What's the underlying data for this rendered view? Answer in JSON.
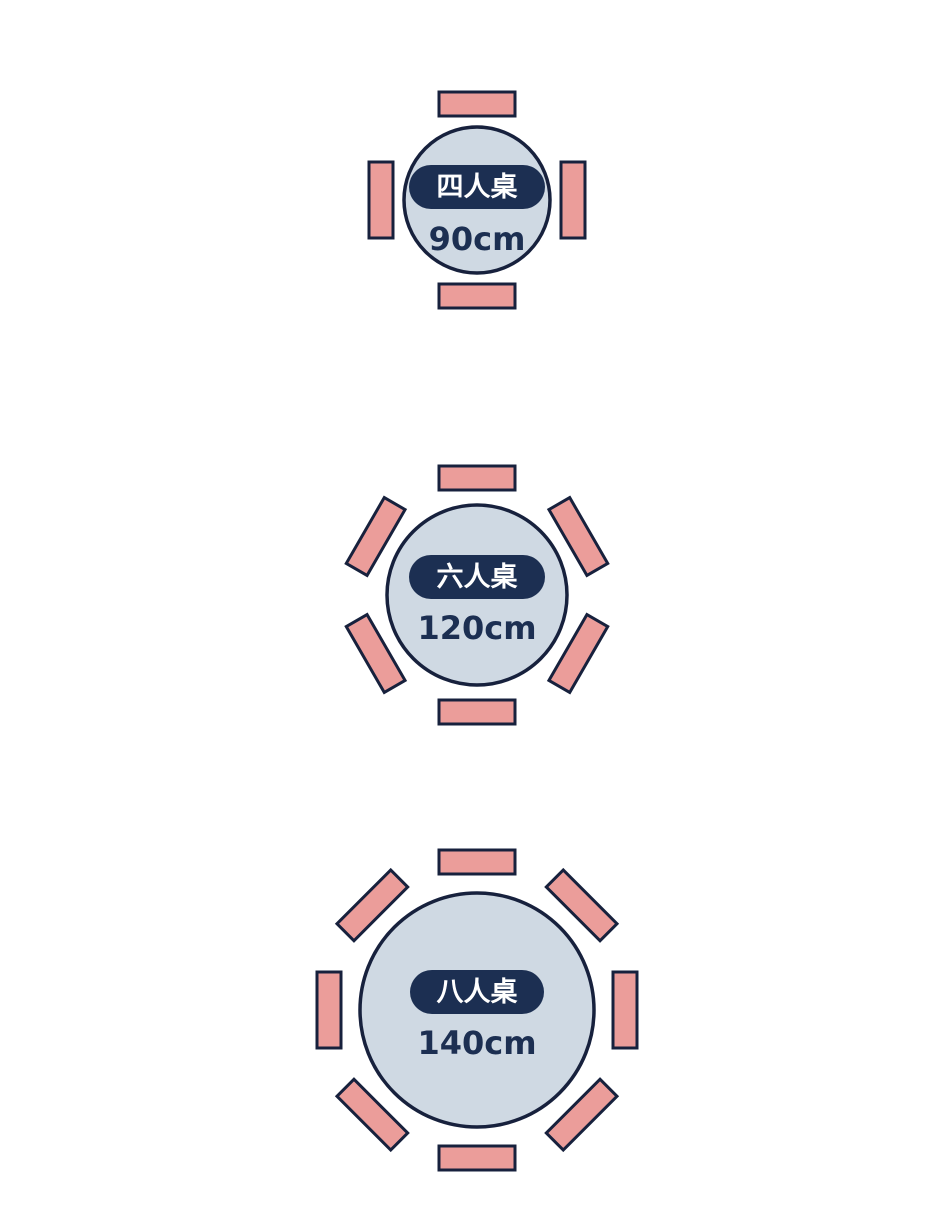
{
  "colors": {
    "table_fill": "#cfd9e3",
    "outline": "#17213d",
    "chair_fill": "#eb9d9a",
    "pill": "#1c2f52",
    "pill_text": "#ffffff",
    "size_text": "#1c2f52"
  },
  "tables": [
    {
      "name": "四人桌",
      "size": "90cm",
      "seats": 4
    },
    {
      "name": "六人桌",
      "size": "120cm",
      "seats": 6
    },
    {
      "name": "八人桌",
      "size": "140cm",
      "seats": 8
    }
  ]
}
